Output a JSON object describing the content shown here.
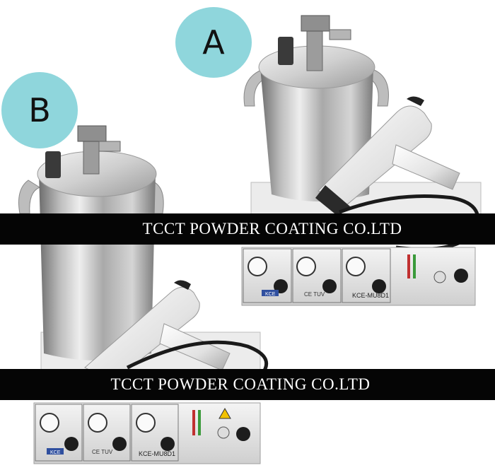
{
  "badges": {
    "a": "A",
    "b": "B"
  },
  "banners": {
    "top": "TCCT POWDER COATING CO.LTD",
    "bottom": "TCCT POWDER COATING CO.LTD"
  },
  "panel_a": {
    "brand": "KCE",
    "cert": "CE TUV",
    "model": "KCE-MU8D1"
  },
  "panel_b": {
    "brand": "KCE",
    "cert": "CE TUV",
    "model": "KCE-MU8D1"
  },
  "colors": {
    "badge": "#8fd6dc",
    "banner": "#050505",
    "steel": "#c9c9c9",
    "gun_body": "#e8e8e8"
  }
}
